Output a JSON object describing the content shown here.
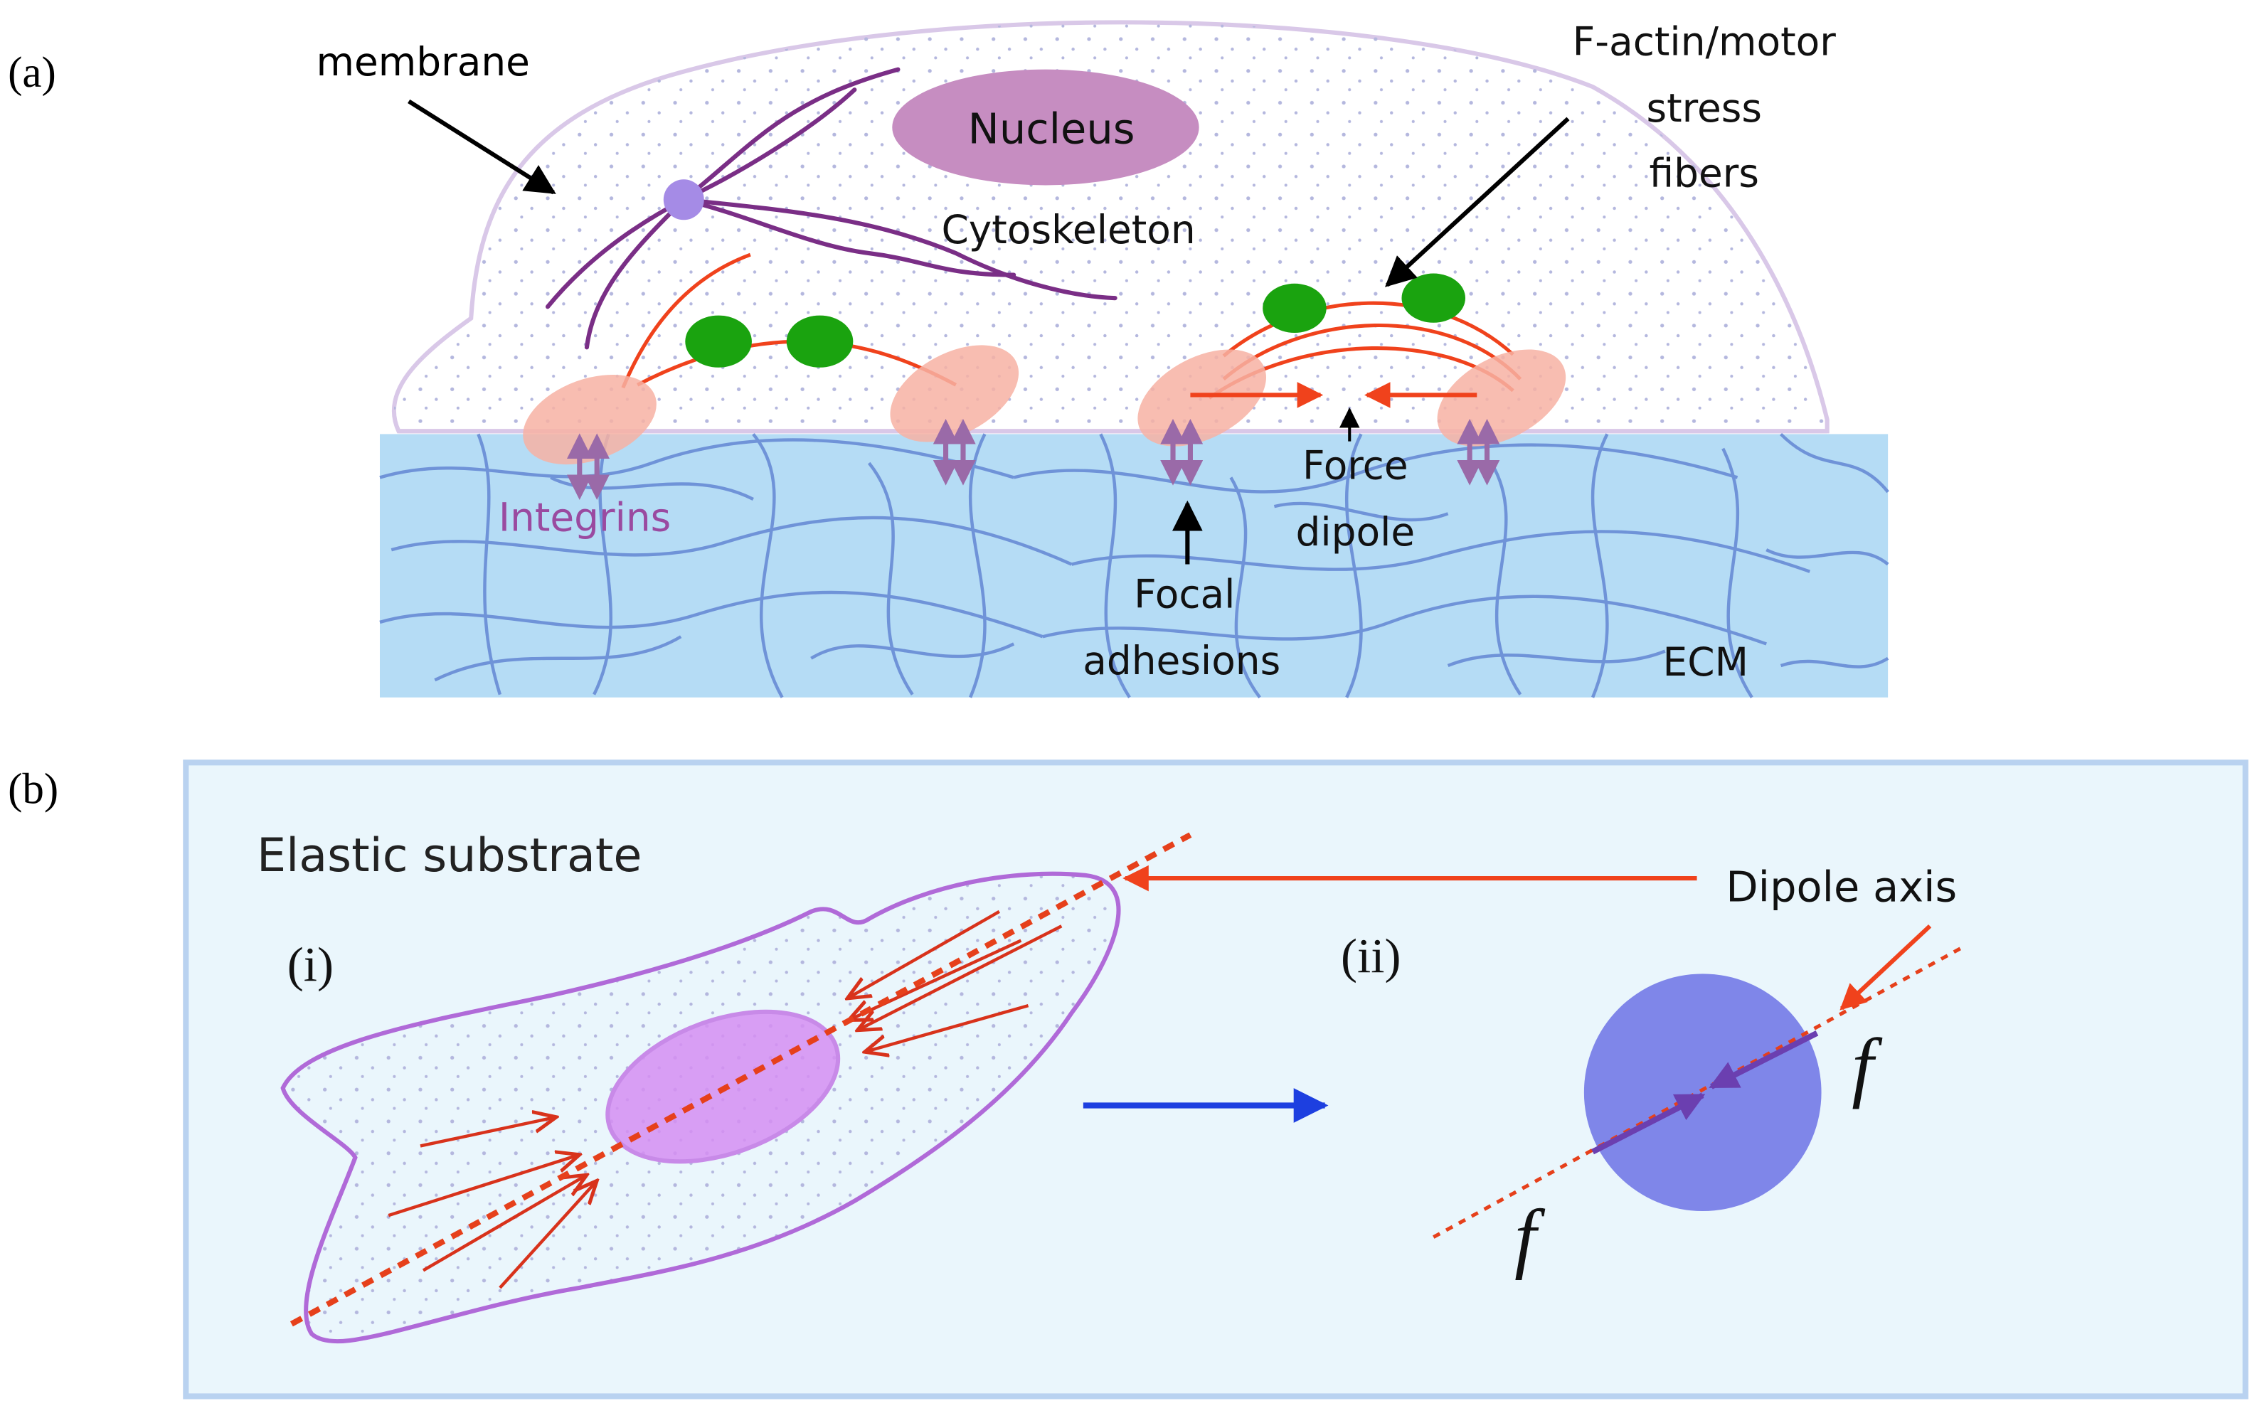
{
  "panel_a": {
    "label": "(a)",
    "membrane": "membrane",
    "nucleus": "Nucleus",
    "cytoskeleton": "Cytoskeleton",
    "factin_line1": "F-actin/motor",
    "factin_line2": "stress",
    "factin_line3": "fibers",
    "integrins": "Integrins",
    "force_line1": "Force",
    "force_line2": "dipole",
    "focal_line1": "Focal",
    "focal_line2": "adhesions",
    "ecm": "ECM"
  },
  "panel_b": {
    "label": "(b)",
    "substrate": "Elastic substrate",
    "sub_i": "(i)",
    "sub_ii": "(ii)",
    "dipole_axis": "Dipole axis",
    "force_symbol": "f"
  },
  "colors": {
    "ecm": "#b5dcf5",
    "ecm_fibers": "#6f93d8",
    "cell_outline": "#d9c8e8",
    "nucleus": "#c68dc1",
    "adhesion": "#f7b1a3",
    "motor": "#1aa30f",
    "fiber": "#f0421c",
    "integrin": "#9a6aa8",
    "substrate_bg": "#eaf6fc",
    "substrate_border": "#b9d2f0",
    "dipole_disc": "#7f86e9",
    "cell_b_outline": "#b06ad8",
    "nucleus_b": "#d58ef2"
  }
}
